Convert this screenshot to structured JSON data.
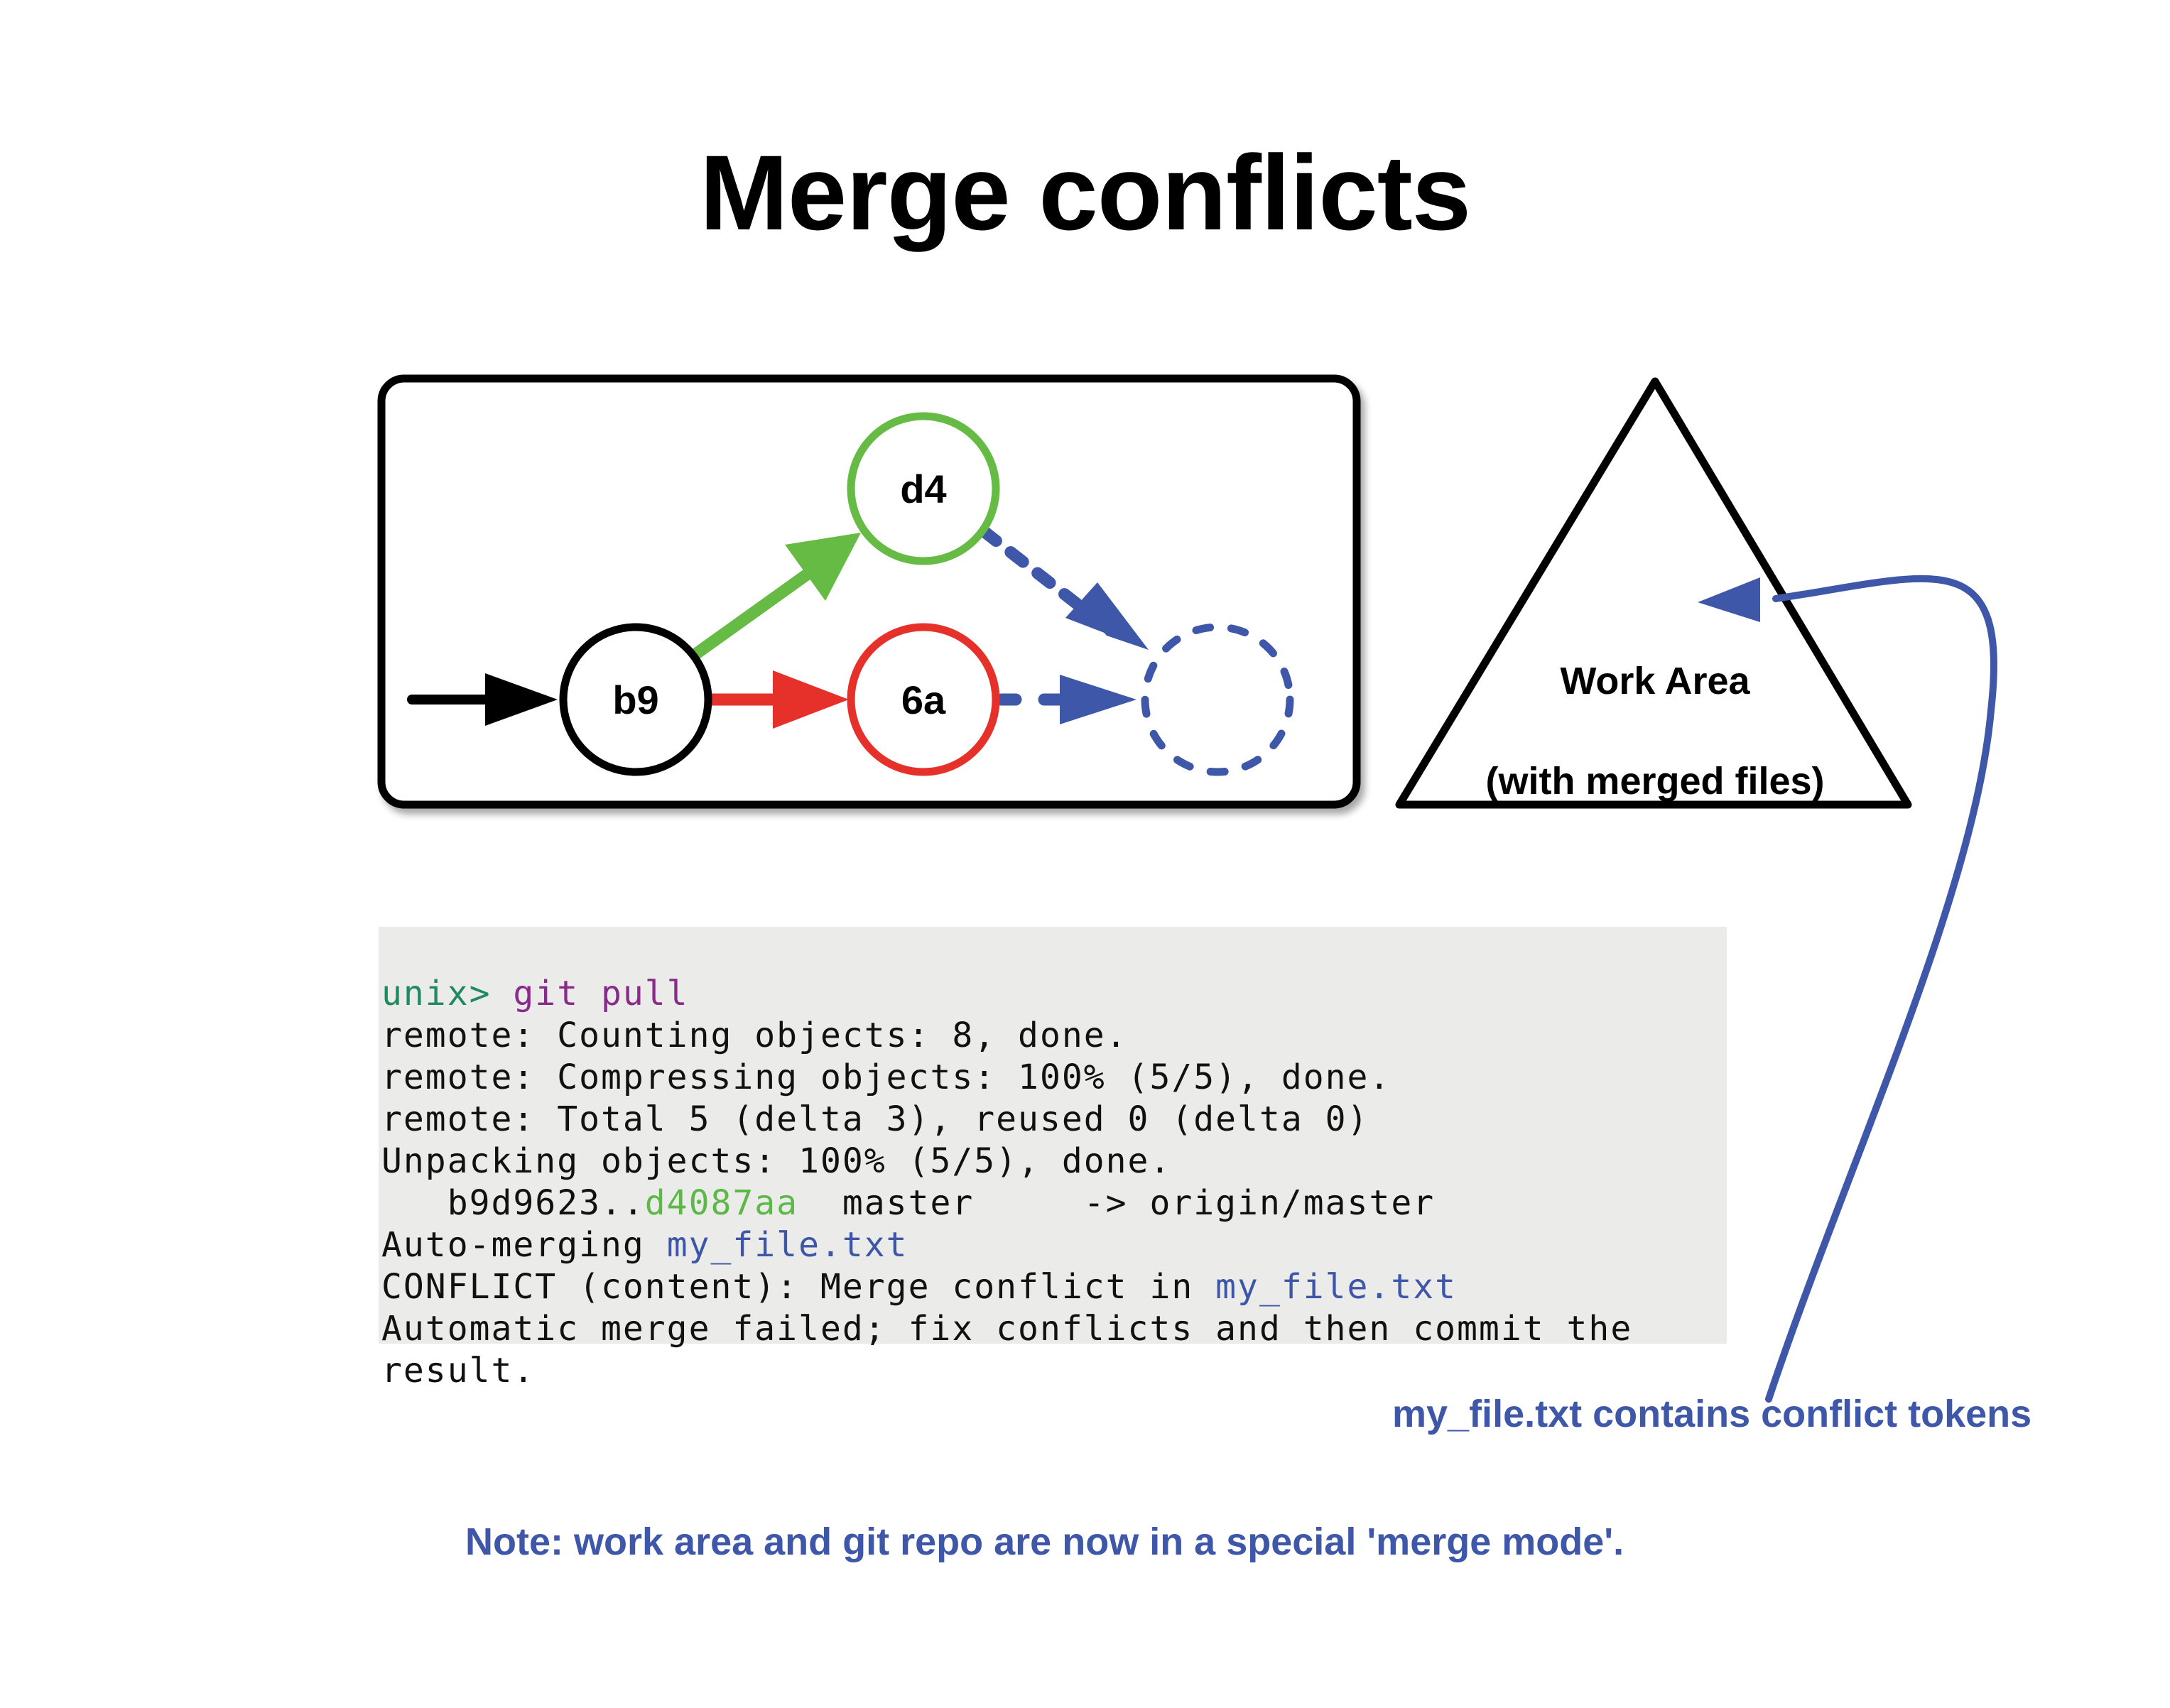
{
  "title": "Merge conflicts",
  "graph": {
    "nodes": {
      "b9": "b9",
      "d4": "d4",
      "sixa": "6a"
    },
    "colors": {
      "local_branch": "#e6302a",
      "remote_branch": "#66bb44",
      "merge": "#3e57a8",
      "base": "#000000"
    }
  },
  "work_area": {
    "title": "Work Area",
    "subtitle": "(with merged files)"
  },
  "terminal": {
    "prompt": "unix> ",
    "command": "git pull",
    "lines": [
      "remote: Counting objects: 8, done.",
      "remote: Compressing objects: 100% (5/5), done.",
      "remote: Total 5 (delta 3), reused 0 (delta 0)",
      "Unpacking objects: 100% (5/5), done."
    ],
    "fetch_prefix": "   b9d9623..",
    "fetch_hash": "d4087aa",
    "fetch_suffix": "  master     -> origin/master",
    "automerge_prefix": "Auto-merging ",
    "automerge_file": "my_file.txt",
    "conflict_prefix": "CONFLICT (content): Merge conflict in ",
    "conflict_file": "my_file.txt",
    "failed_line_1": "Automatic merge failed; fix conflicts and then commit the",
    "failed_line_2": "result."
  },
  "annotation": "my_file.txt contains conflict tokens",
  "note": "Note: work area and git repo are now in a special 'merge mode'."
}
